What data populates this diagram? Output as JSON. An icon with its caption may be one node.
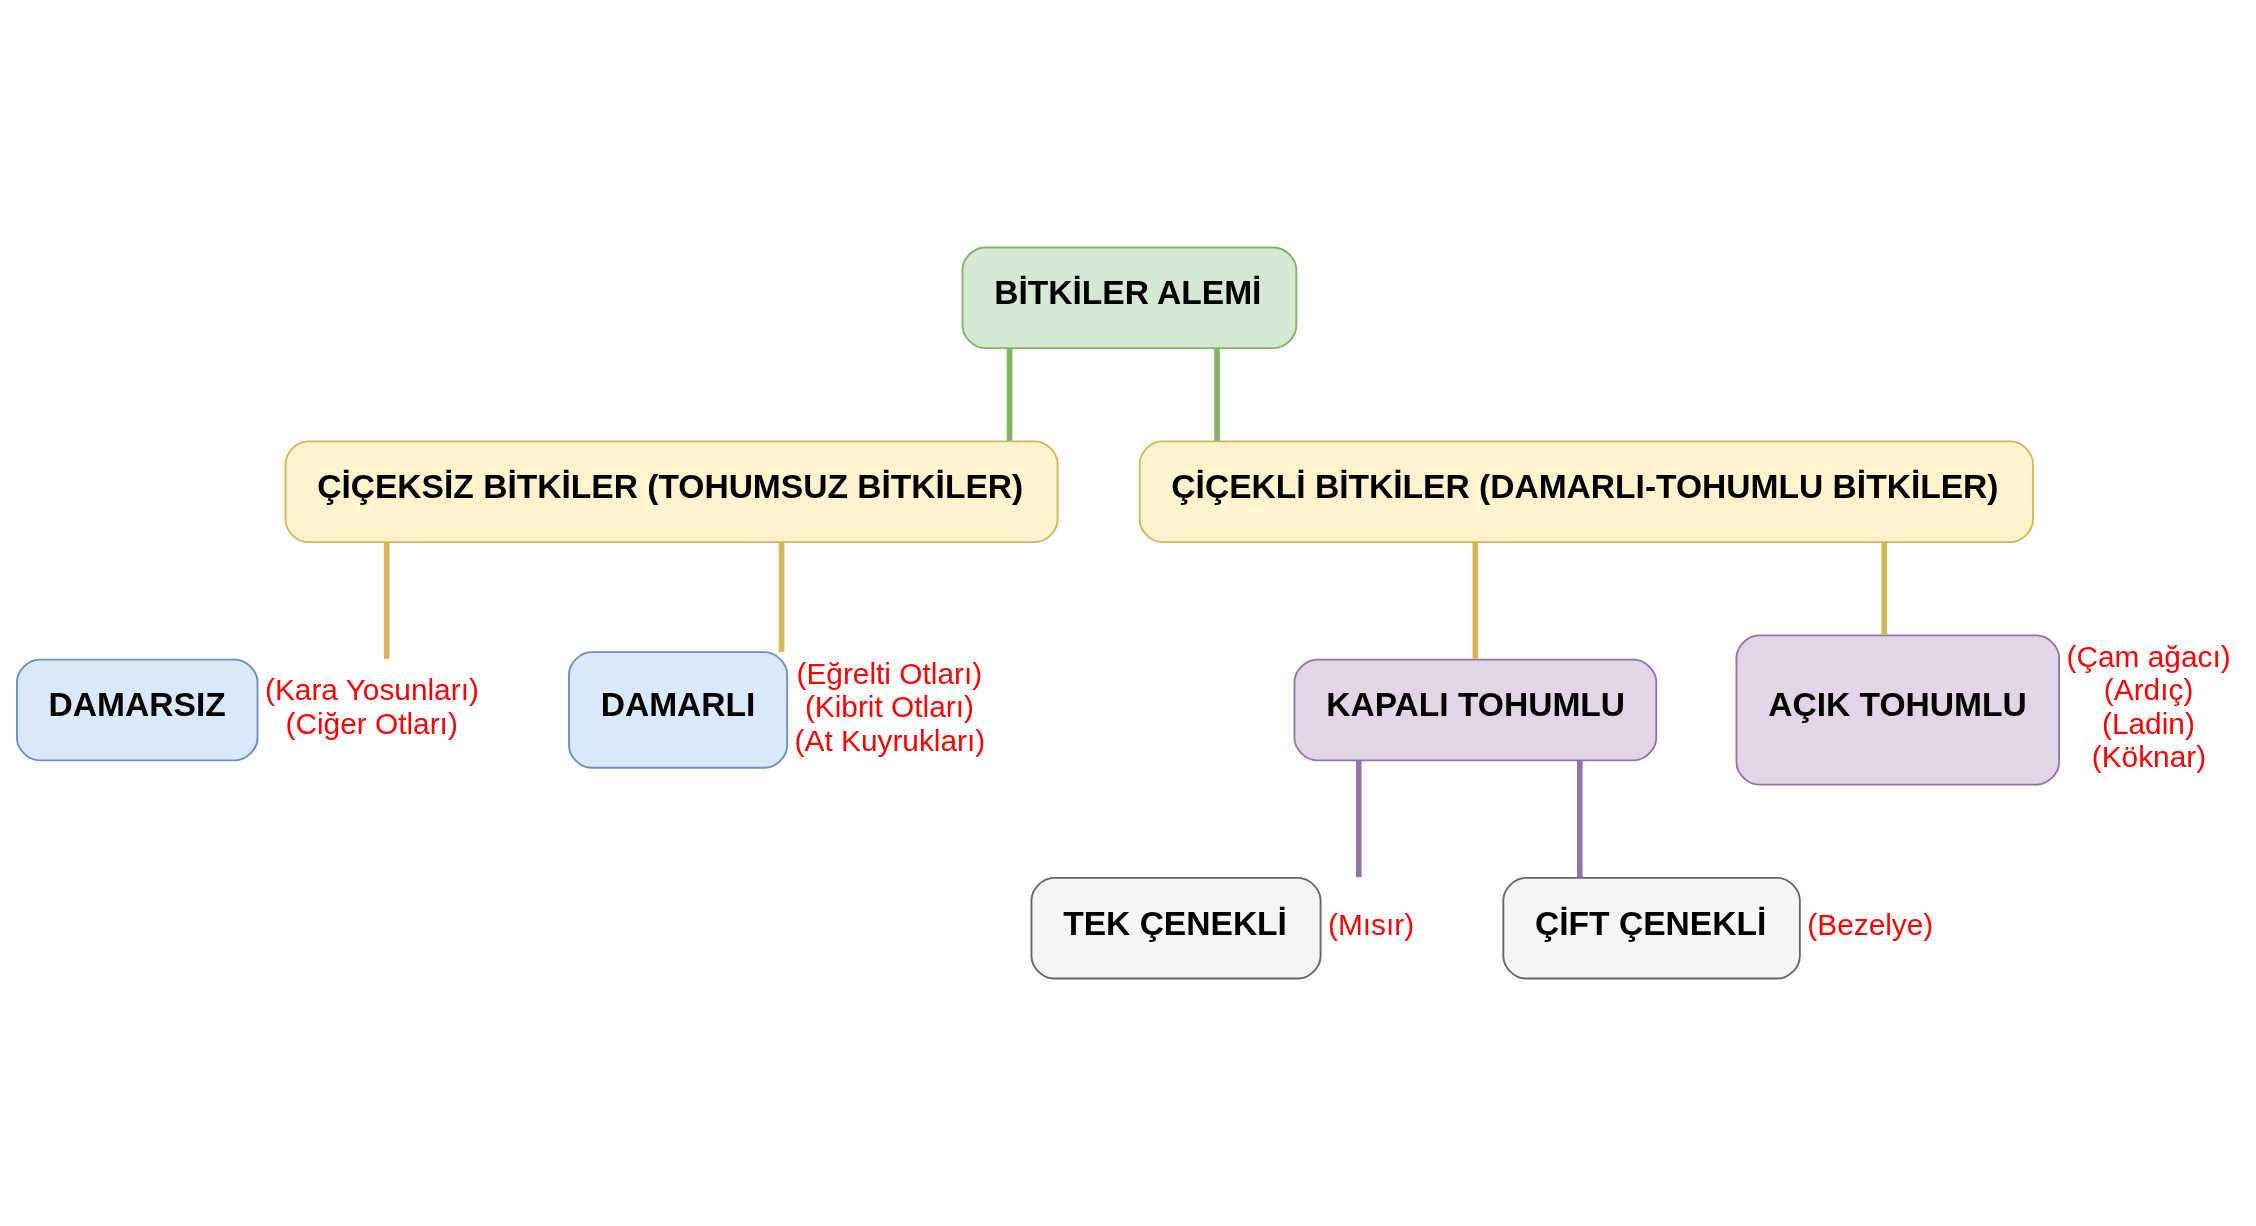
{
  "diagram": {
    "nodes": [
      {
        "text": [
          "BİTKİLER ALEMİ"
        ]
      },
      {
        "text": [
          "ÇİÇEKSİZ BİTKİLER (TOHUMSUZ BİTKİLER)"
        ]
      },
      {
        "text": [
          "ÇİÇEKLİ BİTKİLER (DAMARLI-TOHUMLU BİTKİLER)"
        ]
      },
      {
        "text": [
          "DAMARSIZ"
        ],
        "beside": [
          "(Kara Yosunları)",
          "(Ciğer Otları)"
        ]
      },
      {
        "text": [
          "DAMARLI"
        ],
        "beside": [
          "(Eğrelti Otları)",
          "(Kibrit Otları)",
          "(At Kuyrukları)"
        ]
      },
      {
        "text": [
          "KAPALI TOHUMLU"
        ]
      },
      {
        "text": [
          "AÇIK TOHUMLU"
        ],
        "beside": [
          "(Çam ağacı)",
          "(Ardıç)",
          "(Ladin)",
          "(Köknar)"
        ]
      },
      {
        "text": [
          "TEK ÇENEKLİ"
        ],
        "beside": [
          "(Mısır)"
        ]
      },
      {
        "text": [
          "ÇİFT ÇENEKLİ"
        ],
        "beside": [
          "(Bezelye)"
        ]
      }
    ],
    "edges": [
      {
        "from": 0,
        "to": 1,
        "arrow": "none",
        "color": "#82b366"
      },
      {
        "from": 0,
        "to": 2,
        "arrow": "none",
        "color": "#82b366"
      },
      {
        "from": 1,
        "to": 3,
        "arrow": "none"
      },
      {
        "from": 1,
        "to": 4,
        "arrow": "none"
      },
      {
        "from": 2,
        "to": 5,
        "arrow": "none"
      },
      {
        "from": 2,
        "to": 6,
        "arrow": "none"
      },
      {
        "from": 5,
        "to": 7,
        "arrow": "none",
        "color": "#9673a6"
      },
      {
        "from": 5,
        "to": 8,
        "arrow": "none",
        "color": "#9673a6"
      }
    ]
  }
}
